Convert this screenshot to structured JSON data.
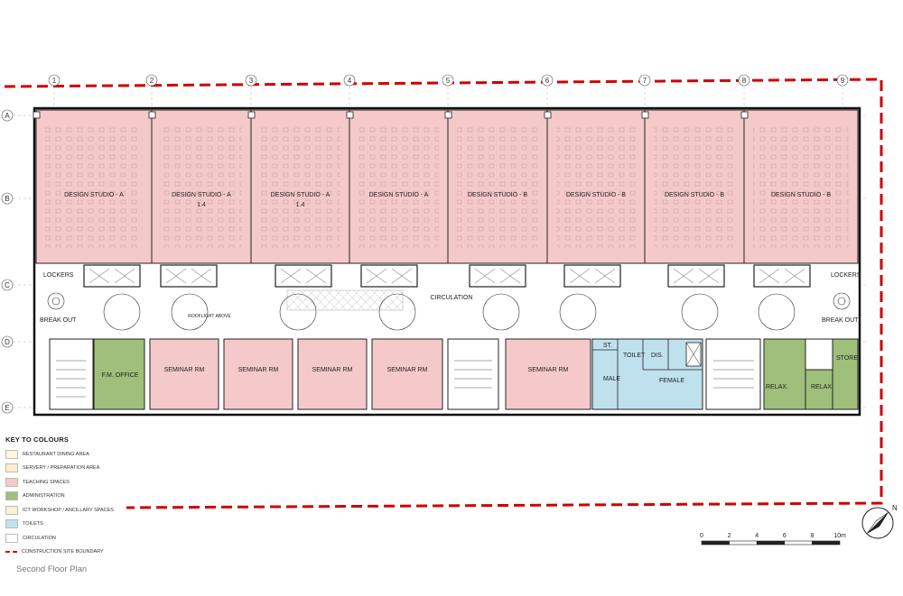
{
  "legend": {
    "title": "KEY TO COLOURS",
    "items": [
      {
        "label": "RESTAURANT DINING AREA",
        "color": "#fdf7dc"
      },
      {
        "label": "SERVERY / PREPARATION AREA",
        "color": "#fbeed0"
      },
      {
        "label": "TEACHING SPACES",
        "color": "#f5c9c9"
      },
      {
        "label": "ADMINISTRATION",
        "color": "#9fbf7a"
      },
      {
        "label": "ICT WORKSHOP / ANCILLARY SPACES",
        "color": "#f9f3d4"
      },
      {
        "label": "TOILETS",
        "color": "#bfe1ee"
      },
      {
        "label": "CIRCULATION",
        "color": "#ffffff"
      }
    ],
    "boundary_label": "CONSTRUCTION SITE BOUNDARY",
    "boundary_color": "#d00000"
  },
  "grid": {
    "columns": [
      "1",
      "2",
      "3",
      "4",
      "5",
      "6",
      "7",
      "8",
      "9"
    ],
    "rows": [
      "A",
      "B",
      "C",
      "D",
      "E"
    ]
  },
  "studios": [
    {
      "label": "DESIGN STUDIO - A",
      "sub": ""
    },
    {
      "label": "DESIGN STUDIO - A",
      "sub": "1.4"
    },
    {
      "label": "DESIGN STUDIO - A",
      "sub": "1.4"
    },
    {
      "label": "DESIGN STUDIO - A",
      "sub": ""
    },
    {
      "label": "DESIGN STUDIO - B",
      "sub": ""
    },
    {
      "label": "DESIGN STUDIO - B",
      "sub": ""
    },
    {
      "label": "DESIGN STUDIO - B",
      "sub": ""
    },
    {
      "label": "DESIGN STUDIO - B",
      "sub": ""
    }
  ],
  "rooms": {
    "lockers_left": "LOCKERS",
    "lockers_right": "LOCKERS",
    "circulation": "CIRCULATION",
    "rooflight": "ROOFLIGHT ABOVE",
    "break_out_left": "BREAK OUT",
    "break_out_right": "BREAK OUT",
    "fm_office": "F.M. OFFICE",
    "seminar": [
      "SEMINAR RM",
      "SEMINAR RM",
      "SEMINAR RM",
      "SEMINAR RM",
      "SEMINAR RM"
    ],
    "st": "ST.",
    "toilet": "TOILET",
    "dis": "DIS.",
    "male": "MALE",
    "female": "FEMALE",
    "relax_1": "RELAX.",
    "relax_2": "RELAX.",
    "store": "STORE"
  },
  "scale_bar": {
    "ticks": [
      "0",
      "2",
      "4",
      "6",
      "8",
      "10m"
    ]
  },
  "north_label": "N",
  "caption": "Second Floor Plan"
}
